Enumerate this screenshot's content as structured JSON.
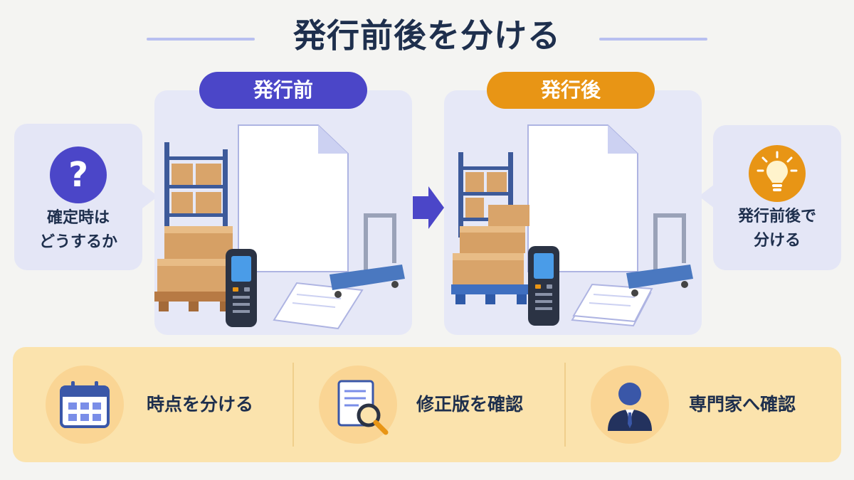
{
  "title": "発行前後を分ける",
  "before": {
    "label": "発行前",
    "color": "#4b46c8"
  },
  "after": {
    "label": "発行後",
    "color": "#e89515"
  },
  "question": {
    "icon": "question-icon",
    "line1": "確定時は",
    "line2": "どうするか"
  },
  "tip": {
    "icon": "lightbulb-icon",
    "line1": "発行前後で",
    "line2": "分ける"
  },
  "arrow_color": "#4b46c8",
  "features": [
    {
      "icon": "calendar-icon",
      "label": "時点を分ける"
    },
    {
      "icon": "document-search-icon",
      "label": "修正版を確認"
    },
    {
      "icon": "person-icon",
      "label": "専門家へ確認"
    }
  ]
}
